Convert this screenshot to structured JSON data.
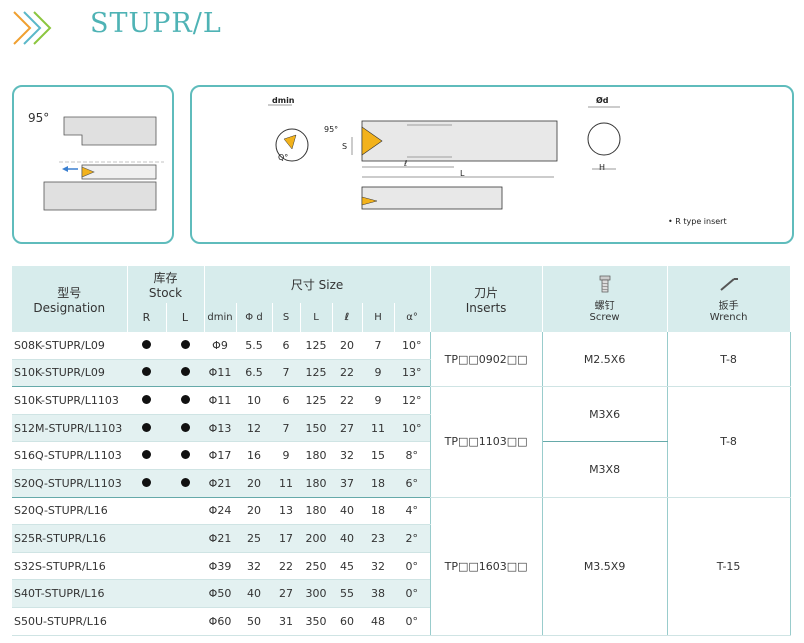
{
  "header": {
    "title": "STUPR/L"
  },
  "diagram": {
    "angle_left": "95°",
    "angle_right": "95°",
    "dmin": "dmin",
    "q": "Q°",
    "s": "S",
    "l_small": "ℓ",
    "l_big": "L",
    "phi_d": "Ød",
    "h": "H",
    "note": "• R type insert"
  },
  "table": {
    "headers": {
      "designation_cn": "型号",
      "designation_en": "Designation",
      "stock_cn": "库存",
      "stock_en": "Stock",
      "size_label": "尺寸 Size",
      "inserts_cn": "刀片",
      "inserts_en": "Inserts",
      "screw_cn": "螺钉",
      "screw_en": "Screw",
      "wrench_cn": "扳手",
      "wrench_en": "Wrench",
      "r": "R",
      "l": "L",
      "dmin": "dmin",
      "phid": "Φ d",
      "s": "S",
      "bigl": "L",
      "smalll": "ℓ",
      "h": "H",
      "angle": "α°"
    },
    "rows": [
      {
        "des": "S08K-STUPR/L09",
        "r": true,
        "l": true,
        "dmin": "Φ9",
        "phid": "5.5",
        "s": "6",
        "bigl": "125",
        "smalll": "20",
        "h": "7",
        "angle": "10°"
      },
      {
        "des": "S10K-STUPR/L09",
        "r": true,
        "l": true,
        "dmin": "Φ11",
        "phid": "6.5",
        "s": "7",
        "bigl": "125",
        "smalll": "22",
        "h": "9",
        "angle": "13°"
      },
      {
        "des": "S10K-STUPR/L1103",
        "r": true,
        "l": true,
        "dmin": "Φ11",
        "phid": "10",
        "s": "6",
        "bigl": "125",
        "smalll": "22",
        "h": "9",
        "angle": "12°"
      },
      {
        "des": "S12M-STUPR/L1103",
        "r": true,
        "l": true,
        "dmin": "Φ13",
        "phid": "12",
        "s": "7",
        "bigl": "150",
        "smalll": "27",
        "h": "11",
        "angle": "10°"
      },
      {
        "des": "S16Q-STUPR/L1103",
        "r": true,
        "l": true,
        "dmin": "Φ17",
        "phid": "16",
        "s": "9",
        "bigl": "180",
        "smalll": "32",
        "h": "15",
        "angle": "8°"
      },
      {
        "des": "S20Q-STUPR/L1103",
        "r": true,
        "l": true,
        "dmin": "Φ21",
        "phid": "20",
        "s": "11",
        "bigl": "180",
        "smalll": "37",
        "h": "18",
        "angle": "6°"
      },
      {
        "des": "S20Q-STUPR/L16",
        "r": false,
        "l": false,
        "dmin": "Φ24",
        "phid": "20",
        "s": "13",
        "bigl": "180",
        "smalll": "40",
        "h": "18",
        "angle": "4°"
      },
      {
        "des": "S25R-STUPR/L16",
        "r": false,
        "l": false,
        "dmin": "Φ21",
        "phid": "25",
        "s": "17",
        "bigl": "200",
        "smalll": "40",
        "h": "23",
        "angle": "2°"
      },
      {
        "des": "S32S-STUPR/L16",
        "r": false,
        "l": false,
        "dmin": "Φ39",
        "phid": "32",
        "s": "22",
        "bigl": "250",
        "smalll": "45",
        "h": "32",
        "angle": "0°"
      },
      {
        "des": "S40T-STUPR/L16",
        "r": false,
        "l": false,
        "dmin": "Φ50",
        "phid": "40",
        "s": "27",
        "bigl": "300",
        "smalll": "55",
        "h": "38",
        "angle": "0°"
      },
      {
        "des": "S50U-STUPR/L16",
        "r": false,
        "l": false,
        "dmin": "Φ60",
        "phid": "50",
        "s": "31",
        "bigl": "350",
        "smalll": "60",
        "h": "48",
        "angle": "0°"
      }
    ],
    "groups": [
      {
        "insert": "TP□□0902□□",
        "screws": [
          "M2.5X6"
        ],
        "wrench": "T-8"
      },
      {
        "insert": "TP□□1103□□",
        "screws": [
          "M3X6",
          "M3X8"
        ],
        "wrench": "T-8"
      },
      {
        "insert": "TP□□1603□□",
        "screws": [
          "M3.5X9"
        ],
        "wrench": "T-15"
      }
    ]
  },
  "colors": {
    "accent": "#4fb3b5",
    "header_bg": "#d7ecec",
    "row_alt": "#e3f1f1",
    "insert": "#f2b21c"
  },
  "icons": [
    "double-chevron-icon",
    "screw-icon",
    "wrench-icon"
  ]
}
